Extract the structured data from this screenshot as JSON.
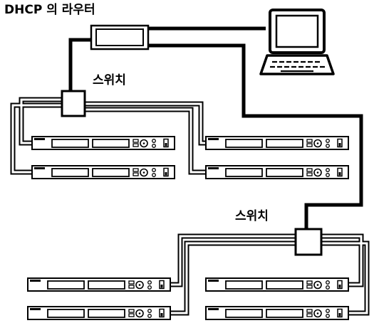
{
  "labels": {
    "router": "DHCP 의 라우터",
    "switch_top": "스위치",
    "switch_bottom": "스위치"
  },
  "colors": {
    "line": "#000000",
    "background": "#ffffff"
  },
  "icons": {
    "router": "router-box",
    "switch": "switch-box",
    "computer": "laptop-icon",
    "receiver": "rack-receiver-unit"
  }
}
